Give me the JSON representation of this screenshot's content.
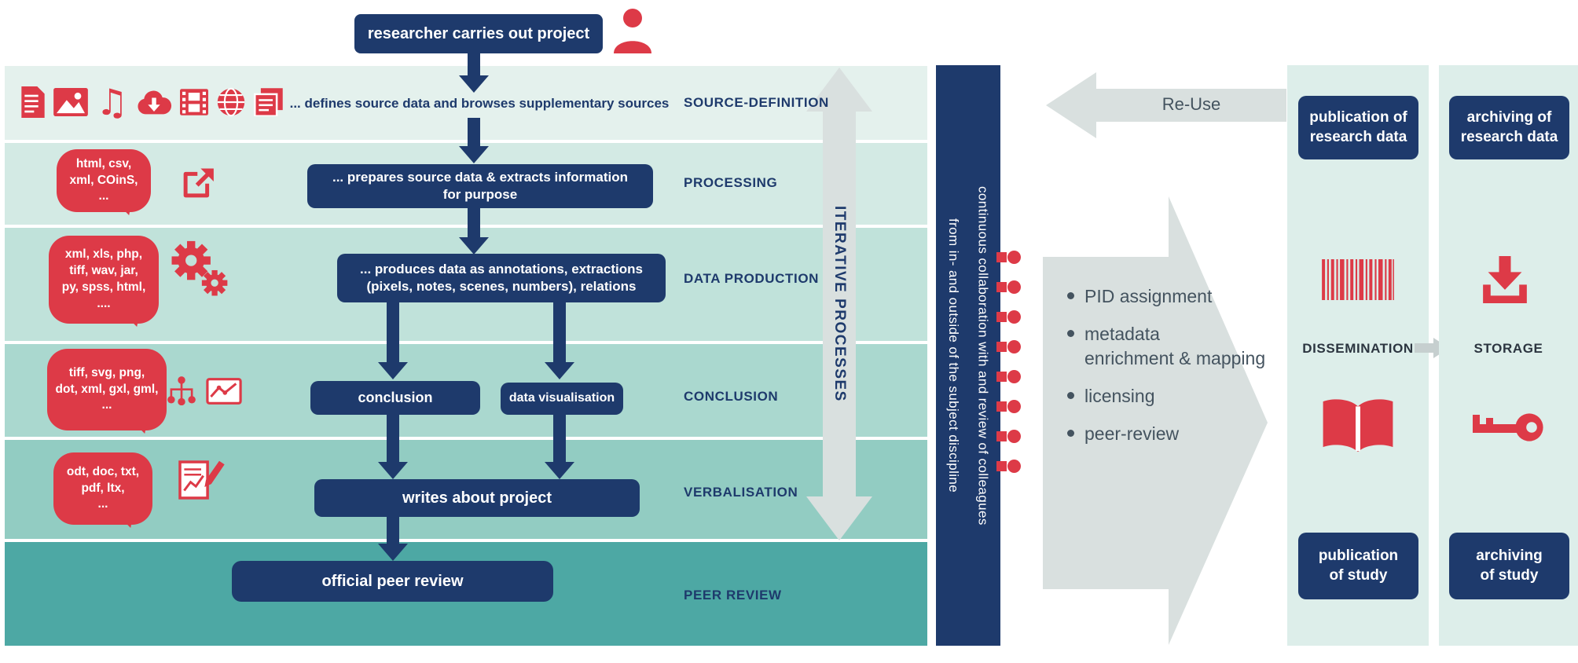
{
  "colors": {
    "navy": "#1e3a6c",
    "red": "#dd3a47",
    "gray_arrow": "#d9e0df",
    "panel_mint": "#ddeeea",
    "bands": [
      "#e4f1ed",
      "#d3eae4",
      "#c0e2da",
      "#aad8cf",
      "#92ccc2",
      "#4da8a4"
    ]
  },
  "header": {
    "researcher_label": "researcher carries out project"
  },
  "stages": [
    {
      "label": "SOURCE-DEFINITION",
      "text": "... defines source data and browses supplementary sources"
    },
    {
      "label": "PROCESSING",
      "box": "... prepares source data & extracts information\nfor purpose",
      "bubble": "html, csv,\nxml, COinS,\n..."
    },
    {
      "label": "DATA PRODUCTION",
      "box": "... produces data as annotations, extractions\n(pixels, notes, scenes, numbers), relations",
      "bubble": "xml, xls, php,\ntiff, wav, jar,\npy, spss, html,\n...."
    },
    {
      "label": "CONCLUSION",
      "box_left": "conclusion",
      "box_right": "data visualisation",
      "bubble": "tiff, svg, png,\ndot, xml, gxl, gml,\n..."
    },
    {
      "label": "VERBALISATION",
      "box": "writes about project",
      "bubble": "odt, doc, txt,\npdf, ltx,\n..."
    },
    {
      "label": "PEER REVIEW",
      "box": "official peer review"
    }
  ],
  "iterative_label": "ITERATIVE PROCESSES",
  "collaboration_text": "continuous collaboration with and review of colleagues\nfrom in- and outside of the subject discipline",
  "reuse_label": "Re-Use",
  "process_arrow": {
    "bullets": [
      "PID assignment",
      "metadata\nenrichment & mapping",
      "licensing",
      "peer-review"
    ]
  },
  "dissemination": {
    "label": "DISSEMINATION",
    "top_box": "publication of\nresearch data",
    "bottom_box": "publication\nof study"
  },
  "storage": {
    "label": "STORAGE",
    "top_box": "archiving of\nresearch data",
    "bottom_box": "archiving\nof study"
  },
  "icons": {
    "source_formats": [
      "document-icon",
      "image-icon",
      "music-icon",
      "cloud-download-icon",
      "film-icon",
      "globe-icon",
      "document-stack-icon"
    ],
    "stage_icons": [
      "export-icon",
      "gears-icon",
      "hierarchy-icon",
      "line-chart-icon",
      "report-pencil-icon"
    ],
    "right_icons": [
      "barcode-icon",
      "open-book-icon",
      "download-icon",
      "key-icon"
    ],
    "top_icon": "researcher-icon"
  }
}
